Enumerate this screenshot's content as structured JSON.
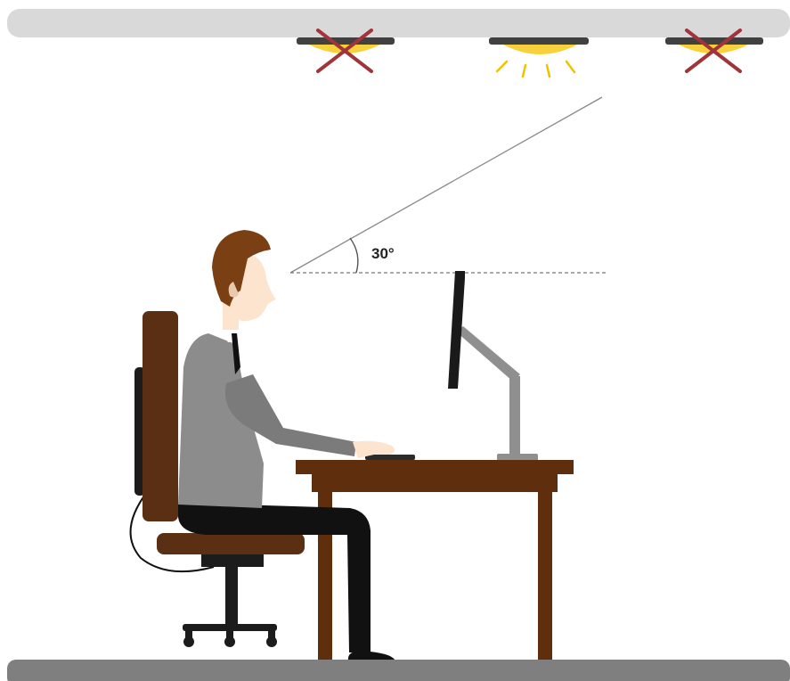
{
  "angle_label": "30°",
  "colors": {
    "ceiling": "#d9d9d9",
    "floor": "#7f7f7f",
    "lamp_housing": "#404040",
    "lamp_light": "#f7d13c",
    "lamp_rays": "#f2c200",
    "cross": "#a0343a",
    "wood": "#5e2e0d",
    "chair": "#5a2f14",
    "suit": "#8c8c8c",
    "trousers": "#111111",
    "skin": "#fde4cf",
    "hair": "#7a3f12",
    "monitor_arm": "#8f8f8f",
    "sight_line": "#888888"
  },
  "lamps": [
    {
      "name": "lamp-left",
      "state": "off-crossed"
    },
    {
      "name": "lamp-center",
      "state": "on"
    },
    {
      "name": "lamp-right",
      "state": "off-crossed"
    }
  ]
}
